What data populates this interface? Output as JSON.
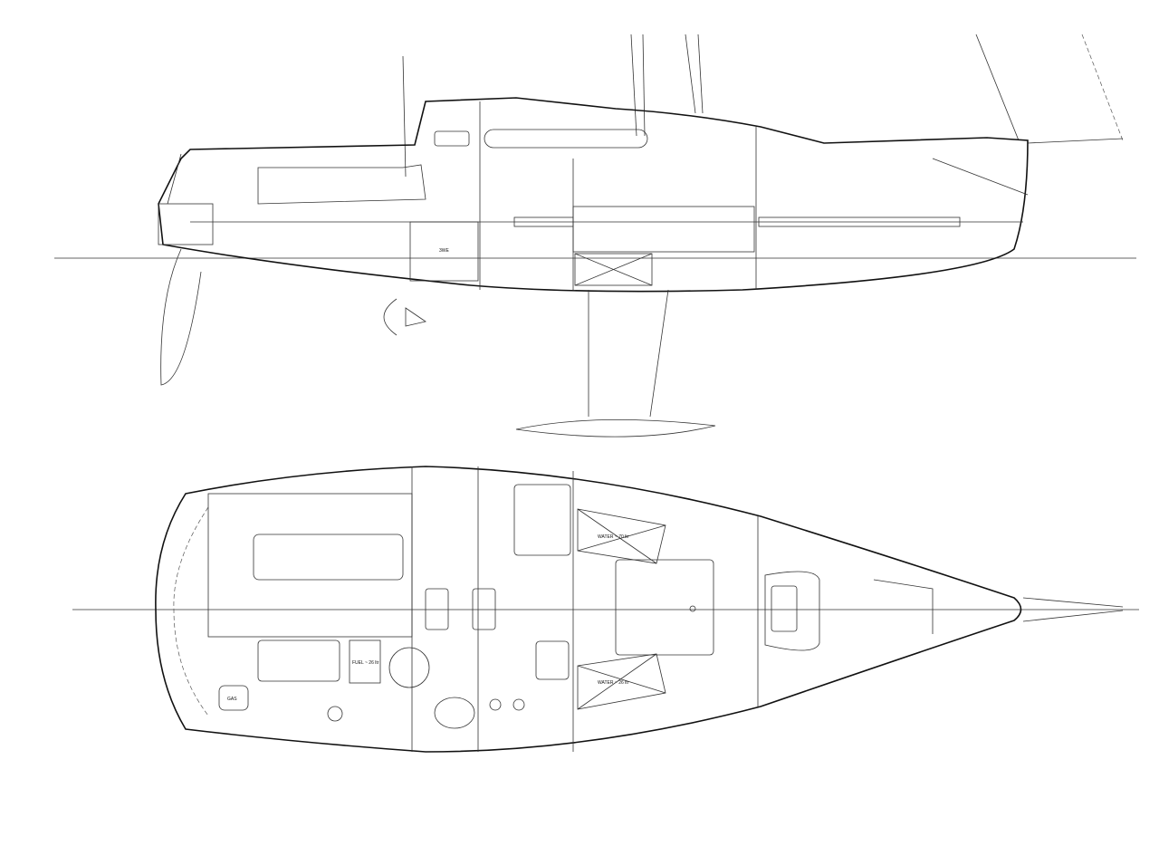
{
  "labels": {
    "engine": "3WE",
    "water_port": "WATER ~ 70 ltr",
    "water_starboard": "WATER ~ 26 ltr",
    "fuel": "FUEL ~ 26 ltr",
    "gas": "GAS"
  },
  "colors": {
    "line": "#111111",
    "background": "#ffffff"
  }
}
